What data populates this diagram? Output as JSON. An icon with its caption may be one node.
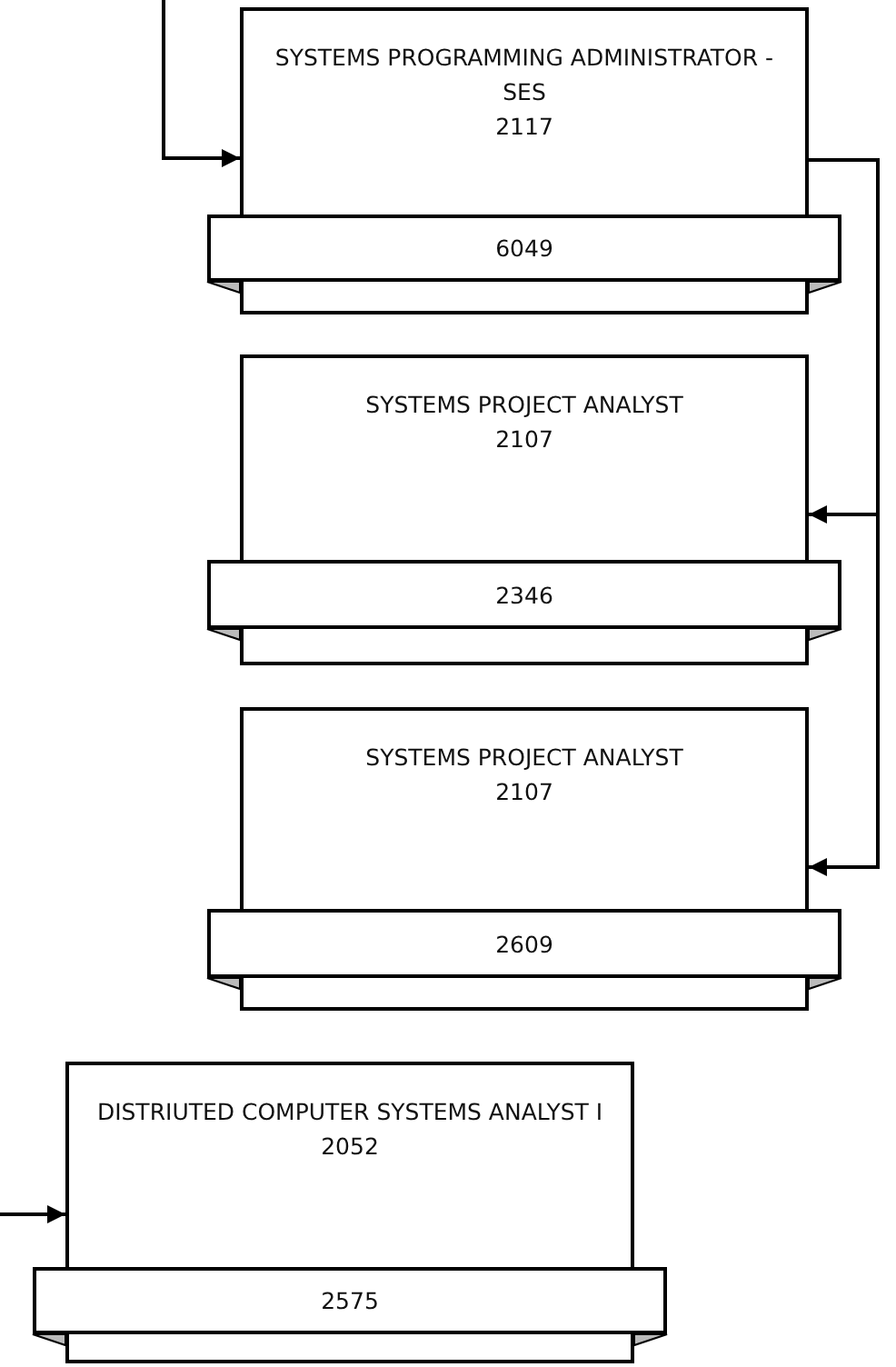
{
  "diagram": {
    "nodes": [
      {
        "text": [
          "SYSTEMS PROGRAMMING ADMINISTRATOR - SES",
          "2117"
        ]
      },
      {
        "text": [
          "6049"
        ]
      },
      {
        "text": [
          "SYSTEMS PROJECT ANALYST",
          "2107"
        ]
      },
      {
        "text": [
          "2346"
        ]
      },
      {
        "text": [
          "SYSTEMS PROJECT ANALYST",
          "2107"
        ]
      },
      {
        "text": [
          "2609"
        ]
      },
      {
        "text": [
          "DISTRIUTED COMPUTER SYSTEMS ANALYST I",
          "2052"
        ]
      },
      {
        "text": [
          "2575"
        ]
      }
    ],
    "edges": [
      {
        "from": null,
        "to": 0,
        "arrow": "to"
      },
      {
        "from": 0,
        "to": 2,
        "arrow": "to"
      },
      {
        "from": 0,
        "to": 4,
        "arrow": "to"
      },
      {
        "from": null,
        "to": 6,
        "arrow": "to"
      }
    ]
  }
}
